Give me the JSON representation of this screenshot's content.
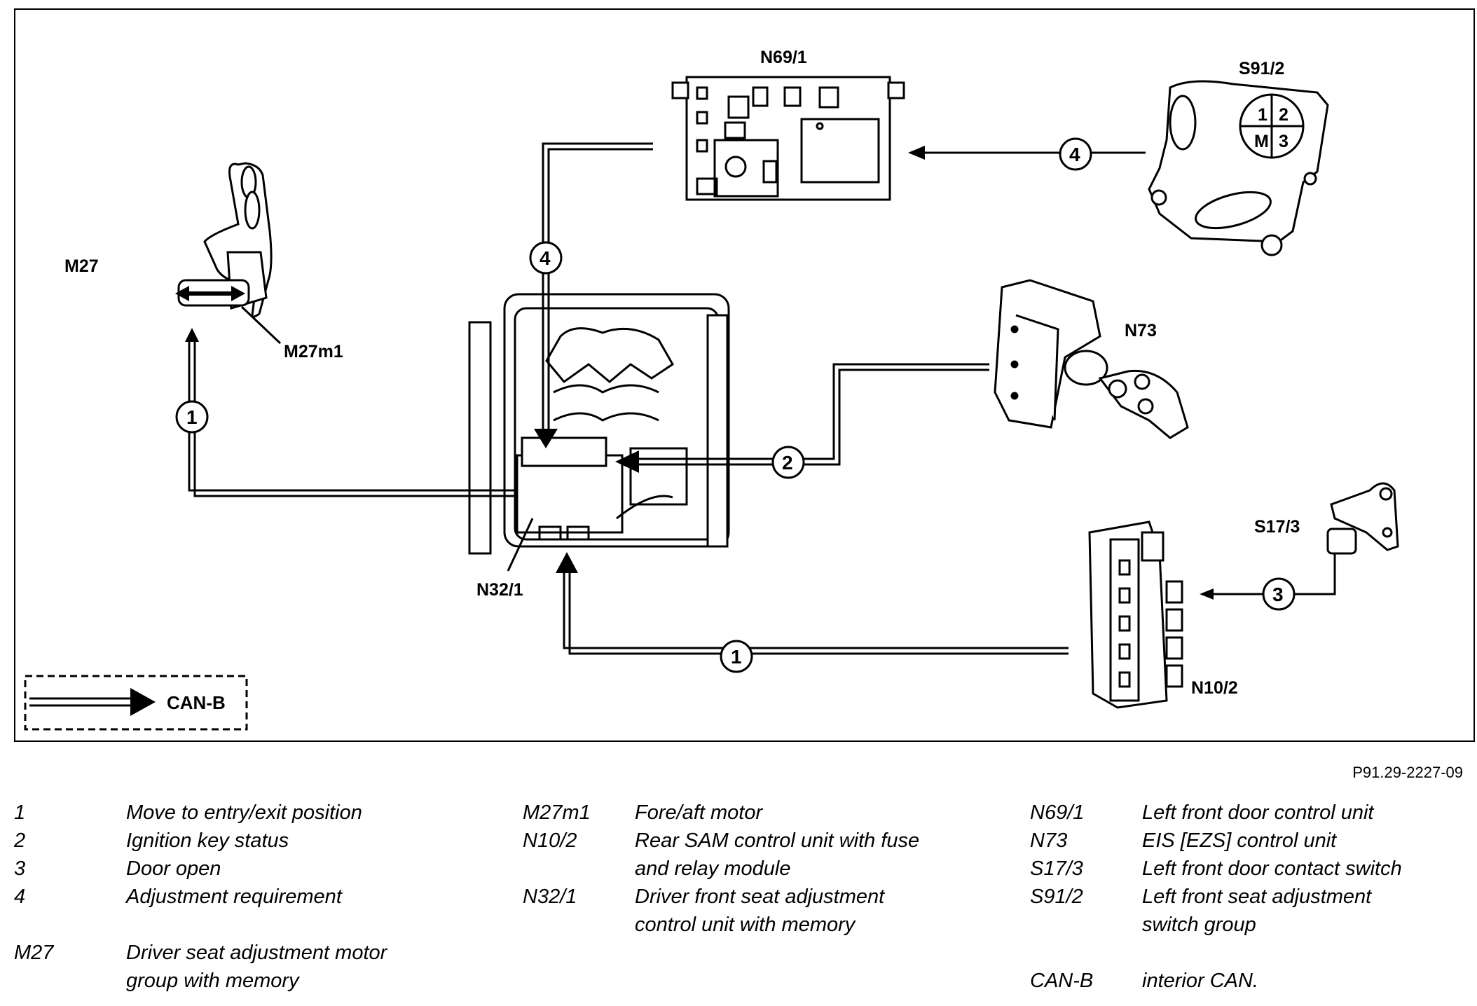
{
  "components": {
    "N69_1": "N69/1",
    "S91_2": "S91/2",
    "M27": "M27",
    "M27m1": "M27m1",
    "N73": "N73",
    "S17_3": "S17/3",
    "N32_1": "N32/1",
    "N10_2": "N10/2"
  },
  "signals": {
    "s1_a": "1",
    "s1_b": "1",
    "s2": "2",
    "s3": "3",
    "s4_a": "4",
    "s4_b": "4"
  },
  "switch_group_labels": [
    "1",
    "2",
    "M",
    "3"
  ],
  "legend_box": {
    "label": "CAN-B"
  },
  "reference_code": "P91.29-2227-09",
  "legend": {
    "col1": [
      {
        "code": "1",
        "desc": "Move to entry/exit position"
      },
      {
        "code": "2",
        "desc": "Ignition key status"
      },
      {
        "code": "3",
        "desc": "Door open"
      },
      {
        "code": "4",
        "desc": "Adjustment requirement"
      },
      {
        "code": "M27",
        "desc": "Driver seat adjustment motor\ngroup with memory"
      }
    ],
    "col2": [
      {
        "code": "M27m1",
        "desc": "Fore/aft motor"
      },
      {
        "code": "N10/2",
        "desc": "Rear SAM control unit with fuse\nand relay module"
      },
      {
        "code": "N32/1",
        "desc": "Driver front seat adjustment\ncontrol unit with memory"
      }
    ],
    "col3": [
      {
        "code": "N69/1",
        "desc": "Left front door control unit"
      },
      {
        "code": "N73",
        "desc": "EIS [EZS] control unit"
      },
      {
        "code": "S17/3",
        "desc": "Left front door contact switch"
      },
      {
        "code": "S91/2",
        "desc": "Left front seat adjustment\nswitch group"
      },
      {
        "code": "CAN-B",
        "desc": "interior CAN."
      }
    ]
  },
  "colors": {
    "ink": "#000000",
    "background": "#ffffff"
  }
}
